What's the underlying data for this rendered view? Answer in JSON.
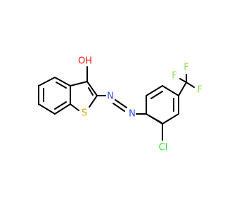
{
  "molecule": {
    "atoms": {
      "oh": "OH",
      "s": "S",
      "n1": "N",
      "n2": "N",
      "cl": "Cl",
      "f1": "F",
      "f2": "F",
      "f3": "F"
    },
    "colors": {
      "bond": "#000000",
      "oxygen": "#FF0D0D",
      "sulfur": "#C8B400",
      "nitrogen": "#3050F8",
      "chlorine": "#1FF01F",
      "fluorine": "#90E050"
    }
  }
}
